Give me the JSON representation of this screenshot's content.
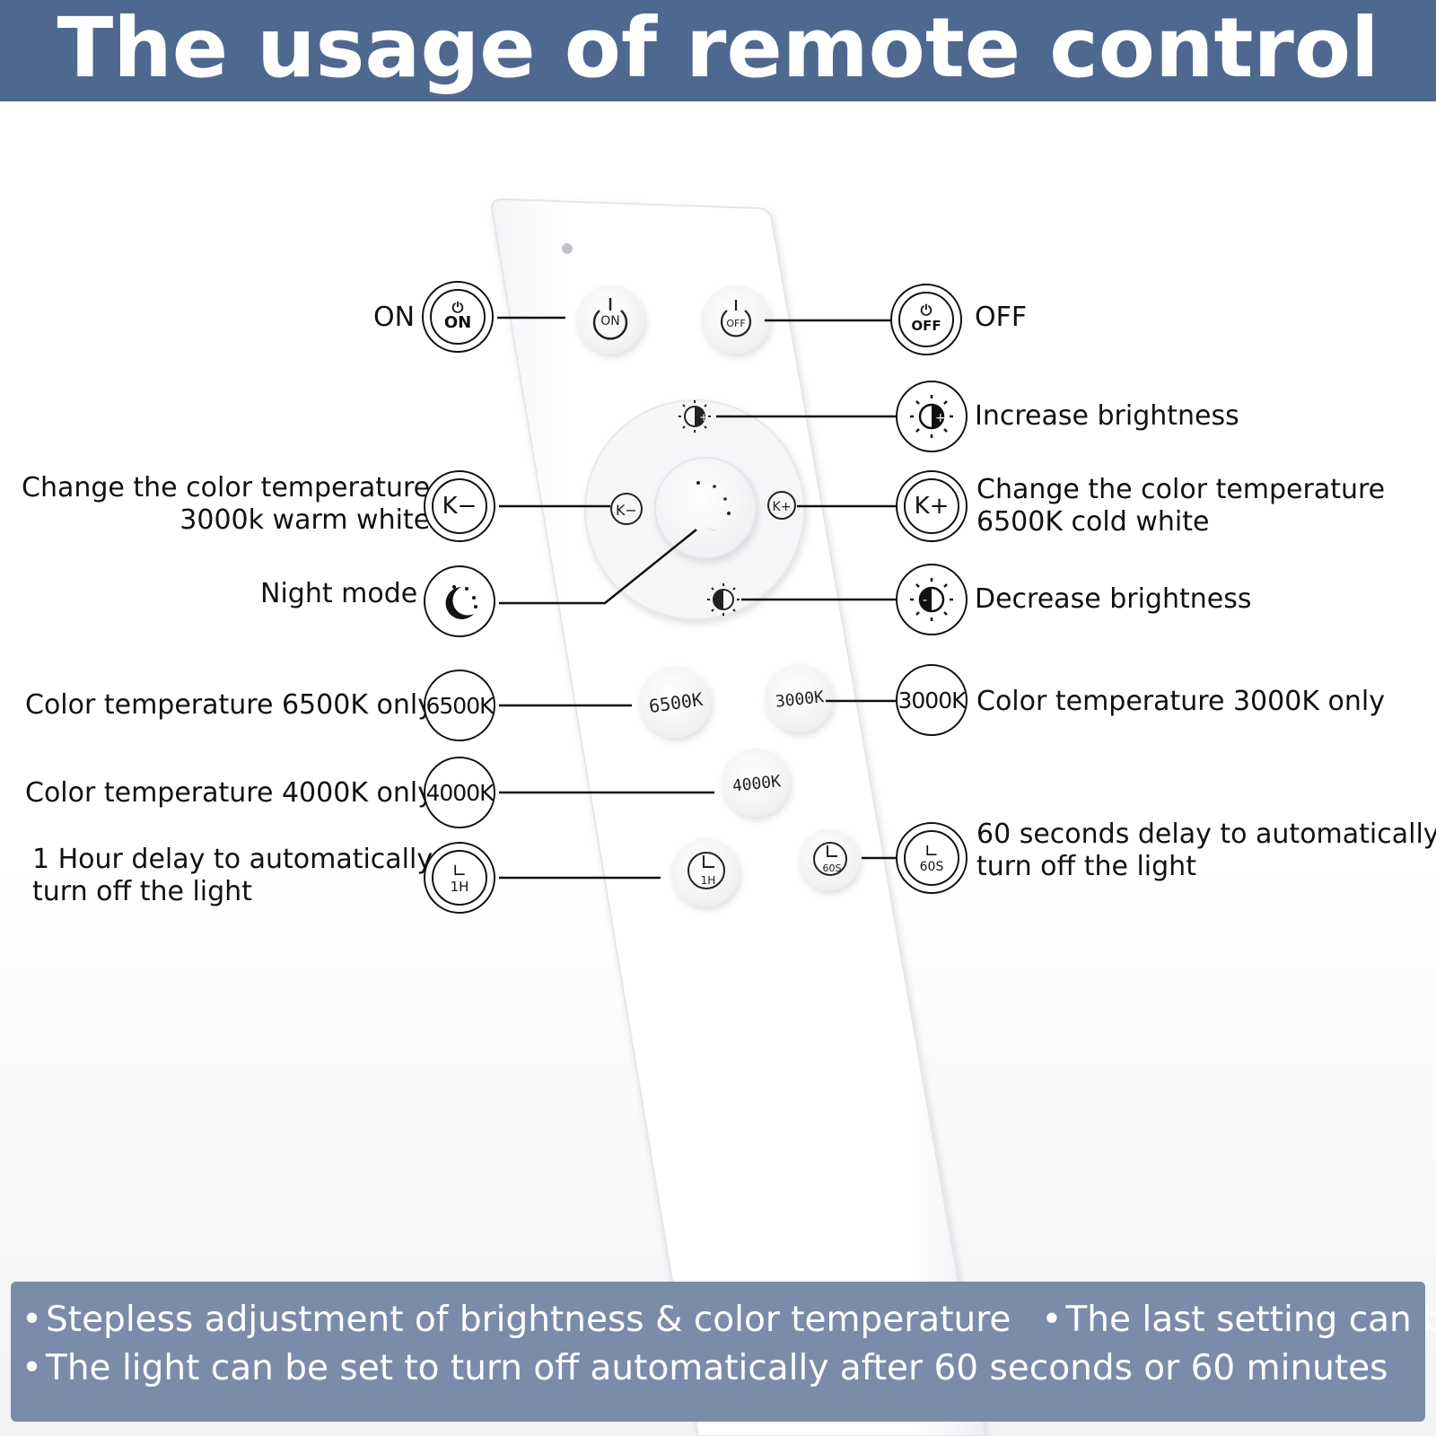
{
  "header": {
    "title": "The usage of remote control"
  },
  "remote_buttons": {
    "on": "ON",
    "off": "OFF",
    "k_minus": "K−",
    "k_plus": "K+",
    "t6500": "6500K",
    "t3000": "3000K",
    "t4000": "4000K",
    "h1": "1H",
    "s60": "60S"
  },
  "callouts": {
    "on": {
      "label": "ON",
      "icon_text": "ON",
      "icon": "power-on-icon"
    },
    "off": {
      "label": "OFF",
      "icon_text": "OFF",
      "icon": "power-off-icon"
    },
    "increase_brightness": {
      "label": "Increase brightness",
      "icon": "brightness-up-icon"
    },
    "k_minus": {
      "line1": "Change the color temperature",
      "line2": "3000k warm white",
      "icon_text": "K−",
      "icon": "k-minus-icon"
    },
    "k_plus": {
      "line1": "Change the color temperature",
      "line2": "6500K cold white",
      "icon_text": "K+",
      "icon": "k-plus-icon"
    },
    "night_mode": {
      "label": "Night mode",
      "icon": "moon-icon"
    },
    "decrease_brightness": {
      "label": "Decrease brightness",
      "icon": "brightness-down-icon"
    },
    "t6500": {
      "label": "Color temperature 6500K only",
      "icon_text": "6500K"
    },
    "t3000": {
      "label": "Color temperature 3000K only",
      "icon_text": "3000K"
    },
    "t4000": {
      "label": "Color temperature 4000K only",
      "icon_text": "4000K"
    },
    "h1": {
      "line1": "1 Hour delay to automatically",
      "line2": "turn off  the light",
      "icon_text": "1H",
      "icon": "timer-icon"
    },
    "s60": {
      "line1": "60 seconds delay to automatically",
      "line2": "turn off  the light",
      "icon_text": "60S",
      "icon": "timer-icon"
    }
  },
  "footer": {
    "item1": "Stepless adjustment of brightness & color temperature",
    "item2": "The last setting can be saved",
    "item3": "The light can be set to turn off automatically after 60 seconds or 60 minutes"
  },
  "colors": {
    "header_bg": "#4e6890",
    "footer_bg": "#7a8ca9",
    "remote_body": "#ffffff"
  }
}
